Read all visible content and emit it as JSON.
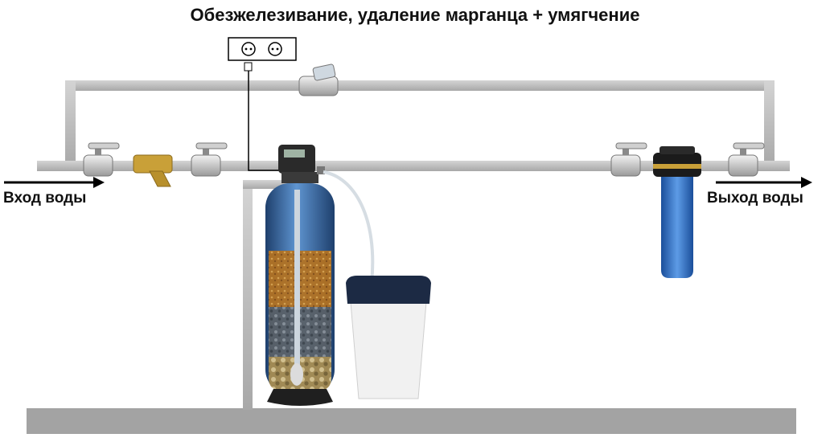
{
  "title": "Обезжелезивание, удаление марганца + умягчение",
  "labels": {
    "inlet": "Вход воды",
    "outlet": "Выход воды"
  },
  "colors": {
    "pipe": "#b8b8b8",
    "tank": "#3f78b6",
    "filter_housing": "#2f6fc2",
    "brass": "#c9a038"
  }
}
